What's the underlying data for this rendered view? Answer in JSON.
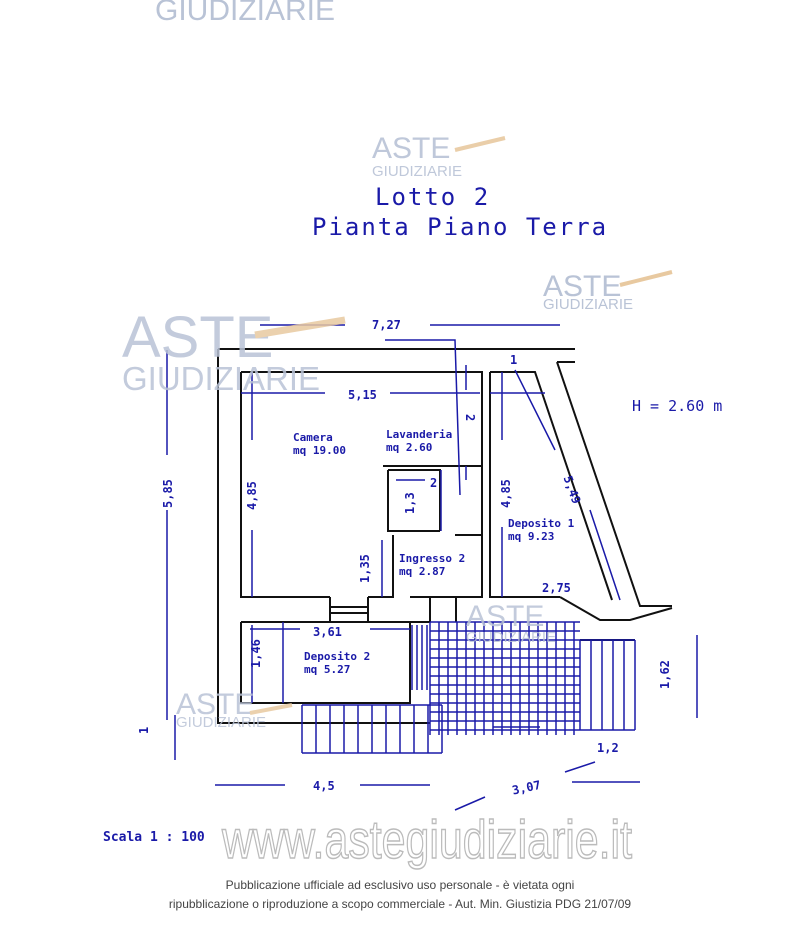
{
  "watermark": {
    "top": "GIUDIZIARIE",
    "aste": "ASTE",
    "giudiziarie": "GIUDIZIARIE",
    "site": "www.astegiudiziarie.it"
  },
  "title": {
    "line1": "Lotto 2",
    "line2": "Pianta Piano Terra"
  },
  "height_label": "H = 2.60 m",
  "rooms": [
    {
      "name": "Camera",
      "area": "mq 19.00"
    },
    {
      "name": "Lavanderia",
      "area": "mq 2.60"
    },
    {
      "name": "Ingresso 2",
      "area": "mq 2.87"
    },
    {
      "name": "Deposito 1",
      "area": "mq 9.23"
    },
    {
      "name": "Deposito 2",
      "area": "mq 5.27"
    }
  ],
  "dimensions": {
    "overall_width": "7,27",
    "camera_width": "5,15",
    "deposito1_top": "1",
    "lavanderia_depth": "2",
    "overall_height": "5,85",
    "camera_height": "4,85",
    "lavanderia_2": "2",
    "lavanderia_13": "1,3",
    "ingresso_135": "1,35",
    "deposito1_height": "4,85",
    "diagonal": "5,49",
    "deposito1_bottom": "2,75",
    "deposito2_width": "3,61",
    "deposito2_height": "1,46",
    "stairs_height": "1,62",
    "step": "1",
    "bottom_width": "4,5",
    "bottom_diag": "3,07",
    "right_small": "1,2"
  },
  "scale": "Scala 1 : 100",
  "footer": {
    "line1": "Pubblicazione ufficiale ad esclusivo uso personale - è vietata ogni",
    "line2": "ripubblicazione o riproduzione a scopo commerciale - Aut. Min. Giustizia PDG 21/07/09"
  },
  "colors": {
    "dimension": "#1a1aa8",
    "wall": "#111111",
    "watermark": "#b9c3d6"
  }
}
